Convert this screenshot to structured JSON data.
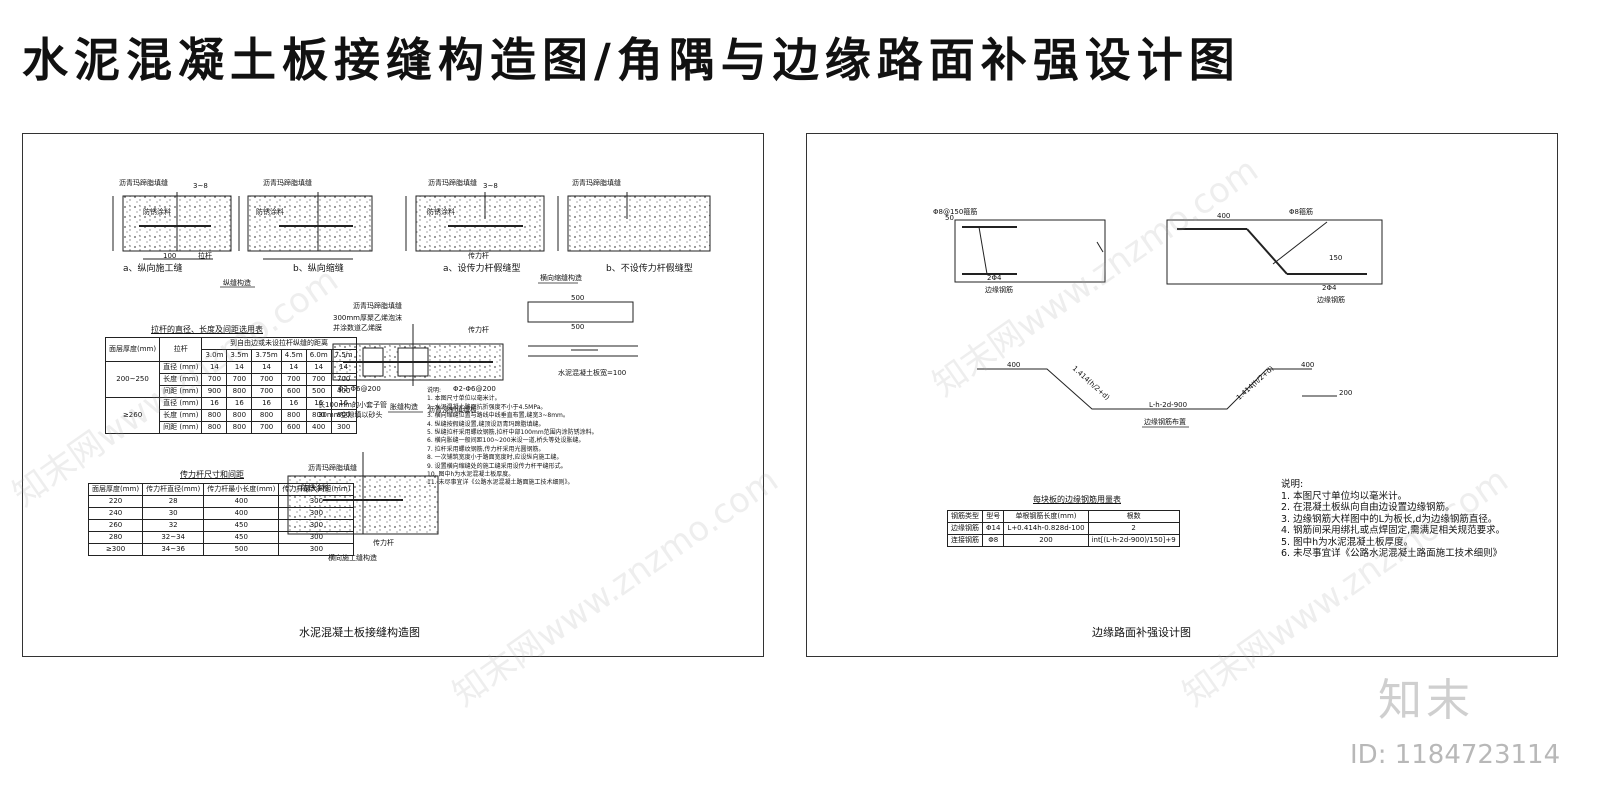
{
  "main_title": "水泥混凝土板接缝构造图/角隅与边缘路面补强设计图",
  "left_sheet": {
    "title": "水泥混凝土板接缝构造图",
    "captions": {
      "a": "a、纵向施工缝",
      "b": "b、纵向缩缝",
      "c": "a、设传力杆假缝型",
      "d": "b、不设传力杆假缝型",
      "zongfeng": "纵缝构造",
      "hengfeng": "横向缩缝构造",
      "zhangfeng": "胀缝构造",
      "hengshigong": "横向施工缝构造",
      "hengban": "水泥混凝土板宽=100"
    },
    "labels": {
      "asphalt": "沥青玛蹄脂填缝",
      "anti_rust": "防锈涂料",
      "tie_bar": "拉杆",
      "dowel": "传力杆",
      "w38": "3~8",
      "h_half": "h/2",
      "d100": "100",
      "d500": "500",
      "foam": "300mm厚聚乙烯泡沫",
      "foam2": "并涂数道乙烯膜",
      "phi2": "Φ2-Φ6@200",
      "sleeve": "长100mm的小套子管",
      "sleeve2": "30mm空隙填以砂头",
      "board": "沥青浸制填缝板"
    },
    "tie_table": {
      "title": "拉杆的直径、长度及间距选用表",
      "head_row1": [
        "面层厚度(mm)",
        "拉杆",
        "到自由边或未设拉杆纵缝的距离"
      ],
      "head_row2": [
        "3.0m",
        "3.5m",
        "3.75m",
        "4.5m",
        "6.0m",
        "7.5m"
      ],
      "groups": [
        {
          "thick": "200~250",
          "rows": [
            {
              "name": "直径 (mm)",
              "v": [
                "14",
                "14",
                "14",
                "14",
                "14",
                "14"
              ]
            },
            {
              "name": "长度 (mm)",
              "v": [
                "700",
                "700",
                "700",
                "700",
                "700",
                "700"
              ]
            },
            {
              "name": "间距 (mm)",
              "v": [
                "900",
                "800",
                "700",
                "600",
                "500",
                "400"
              ]
            }
          ]
        },
        {
          "thick": "≥260",
          "rows": [
            {
              "name": "直径 (mm)",
              "v": [
                "16",
                "16",
                "16",
                "16",
                "16",
                "16"
              ]
            },
            {
              "name": "长度 (mm)",
              "v": [
                "800",
                "800",
                "800",
                "800",
                "800",
                "800"
              ]
            },
            {
              "name": "间距 (mm)",
              "v": [
                "800",
                "800",
                "700",
                "600",
                "400",
                "300"
              ]
            }
          ]
        }
      ]
    },
    "dowel_table": {
      "title": "传力杆尺寸和间距",
      "headers": [
        "面层厚度(mm)",
        "传力杆直径(mm)",
        "传力杆最小长度(mm)",
        "传力杆最大间距(mm)"
      ],
      "rows": [
        [
          "220",
          "28",
          "400",
          "300"
        ],
        [
          "240",
          "30",
          "400",
          "300"
        ],
        [
          "260",
          "32",
          "450",
          "300"
        ],
        [
          "280",
          "32~34",
          "450",
          "300"
        ],
        [
          "≥300",
          "34~36",
          "500",
          "300"
        ]
      ]
    },
    "notes": [
      "说明:",
      "1. 本图尺寸单位以毫米计。",
      "2. 水泥混凝土路面抗折强度不小于4.5MPa。",
      "3. 横向缩缝位置与路线中线垂直布置,缝宽3~8mm。",
      "4. 纵缝按假缝设置,缝顶设沥青玛蹄脂填缝。",
      "5. 纵缝拉杆采用螺纹钢筋,拉杆中部100mm范围内涂防锈涂料。",
      "6. 横向胀缝一般间距100~200米设一道,桥头等处设胀缝。",
      "7. 拉杆采用螺纹钢筋,传力杆采用光圆钢筋。",
      "8. 一次铺筑宽度小于路面宽度时,应设纵向施工缝。",
      "9. 设置横向缩缝处的施工缝采用设传力杆平缝形式。",
      "10. 图中h为水泥混凝土板厚度。",
      "11. 未尽事宜详《公路水泥混凝土路面施工技术细则》。"
    ]
  },
  "right_sheet": {
    "title": "边缘路面补强设计图",
    "captions": {
      "layout": "边缘钢筋布置",
      "rebar_left": "边缘钢筋",
      "rebar_right": "边缘钢筋",
      "stirrup": "Φ8@150箍筋",
      "phi8": "Φ8箍筋",
      "two_phi": "2Φ4"
    },
    "dims": {
      "d400": "400",
      "d400b": "400",
      "d200": "200",
      "d50": "50",
      "d150": "150",
      "span": "L-h-2d-900",
      "slope": "1.414(h/2+d)"
    },
    "qty_table": {
      "title": "每块板的边缘钢筋用量表",
      "headers": [
        "钢筋类型",
        "型号",
        "单根钢筋长度(mm)",
        "根数"
      ],
      "rows": [
        [
          "边缘钢筋",
          "Φ14",
          "L+0.414h-0.828d-100",
          "2"
        ],
        [
          "连接钢筋",
          "Φ8",
          "200",
          "int[(L-h-2d-900)/150]+9"
        ]
      ]
    },
    "notes": [
      "说明:",
      "1. 本图尺寸单位均以毫米计。",
      "2. 在混凝土板纵向自由边设置边缘钢筋。",
      "3. 边缘钢筋大样图中的L为板长,d为边缘钢筋直径。",
      "4. 钢筋间采用绑扎或点焊固定,需满足相关规范要求。",
      "5. 图中h为水泥混凝土板厚度。",
      "6. 未尽事宜详《公路水泥混凝土路面施工技术细则》"
    ]
  },
  "watermark": {
    "brand": "知末",
    "id": "ID: 1184723114",
    "pattern": "知末网www.znzmo.com"
  }
}
